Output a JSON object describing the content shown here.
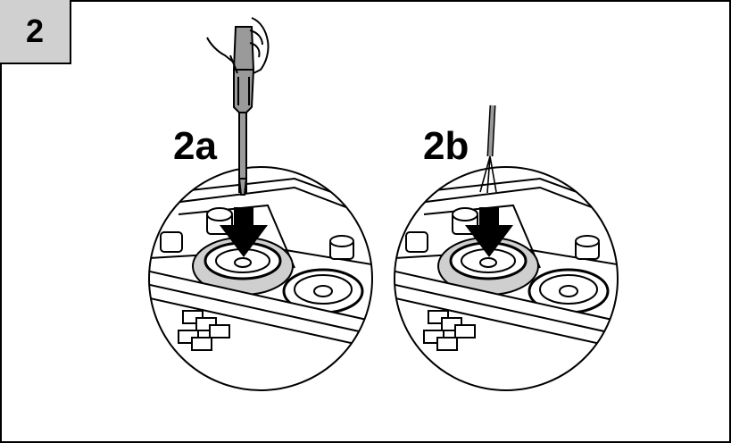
{
  "step": {
    "number": "2"
  },
  "panels": [
    {
      "id": "2a",
      "label": "2a",
      "tool": "screwdriver-icon"
    },
    {
      "id": "2b",
      "label": "2b",
      "tool": "cable-icon"
    }
  ],
  "colors": {
    "line": "#000000",
    "badge_fill": "#d0d0d0",
    "grommet_fill": "#cfcfcf",
    "tool_fill": "#9a9a9a",
    "arrow_fill": "#000000"
  }
}
